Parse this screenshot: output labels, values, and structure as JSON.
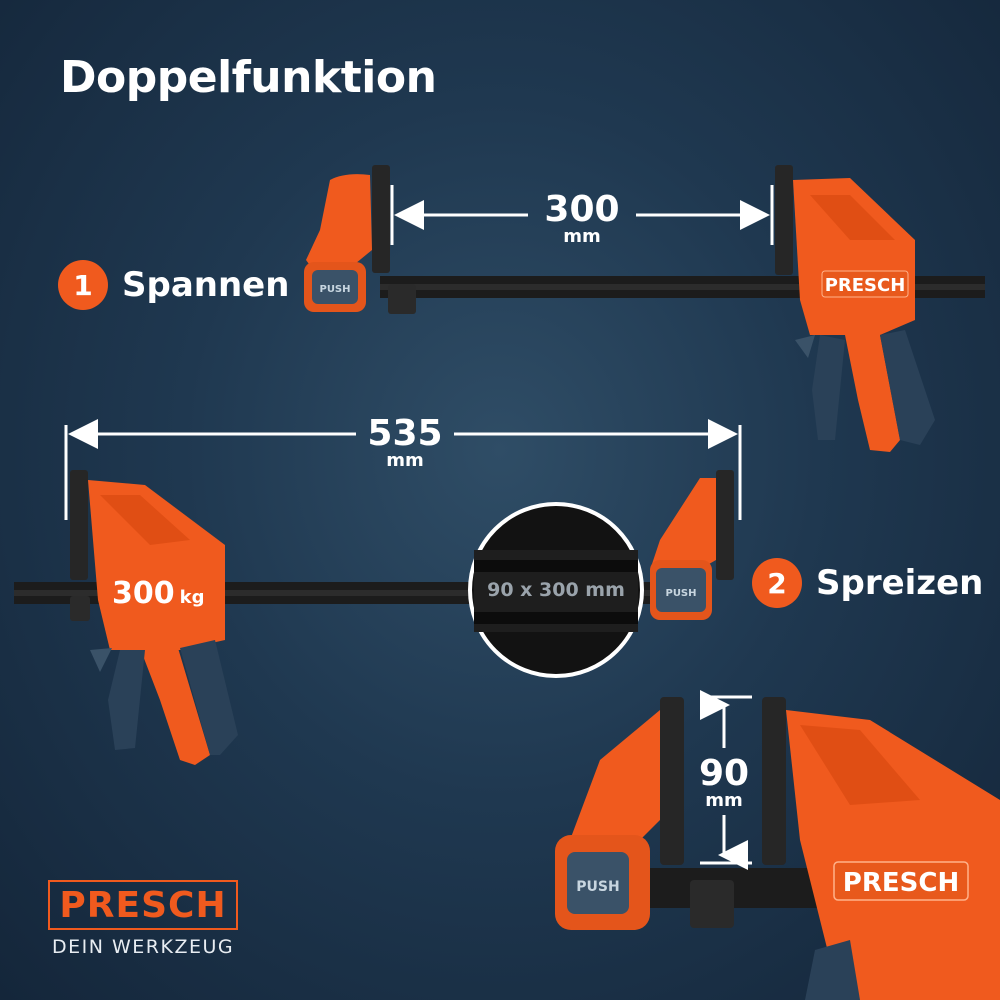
{
  "title": "Doppelfunktion",
  "steps": [
    {
      "number": "1",
      "label": "Spannen"
    },
    {
      "number": "2",
      "label": "Spreizen"
    }
  ],
  "dimensions": {
    "clamp_width": {
      "value": "300",
      "unit": "mm"
    },
    "spread_width": {
      "value": "535",
      "unit": "mm"
    },
    "jaw_depth": {
      "value": "90",
      "unit": "mm"
    }
  },
  "force_badge": {
    "value": "300",
    "unit": "kg"
  },
  "zoom_label": "90 x 300 mm",
  "clamp": {
    "brand": "PRESCH",
    "button": "PUSH"
  },
  "logo": {
    "name": "PRESCH",
    "tagline": "DEIN WERKZEUG"
  },
  "colors": {
    "accent": "#f05a1e",
    "background": "#1f3850",
    "bar": "#1c1c1c"
  }
}
